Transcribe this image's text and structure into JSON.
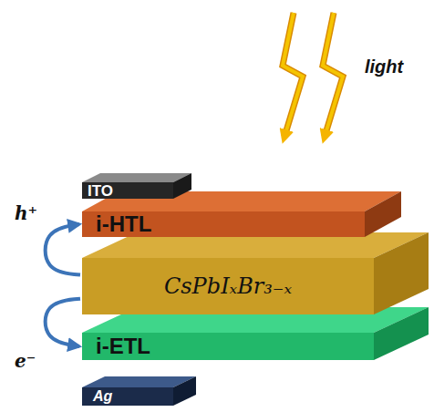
{
  "diagram": {
    "nodes": [
      {
        "text": [
          "ITO"
        ]
      },
      {
        "text": [
          "i-HTL"
        ]
      },
      {
        "text": [
          "CsPbIₓBr₃₋ₓ"
        ]
      },
      {
        "text": [
          "i-ETL"
        ]
      },
      {
        "text": [
          "Ag"
        ]
      }
    ],
    "edges": [
      {
        "from": 2,
        "to": 1,
        "arrow": "to"
      },
      {
        "from": 2,
        "to": 3,
        "arrow": "to"
      }
    ],
    "labels": [
      "light",
      "h⁺",
      "e⁻"
    ]
  }
}
